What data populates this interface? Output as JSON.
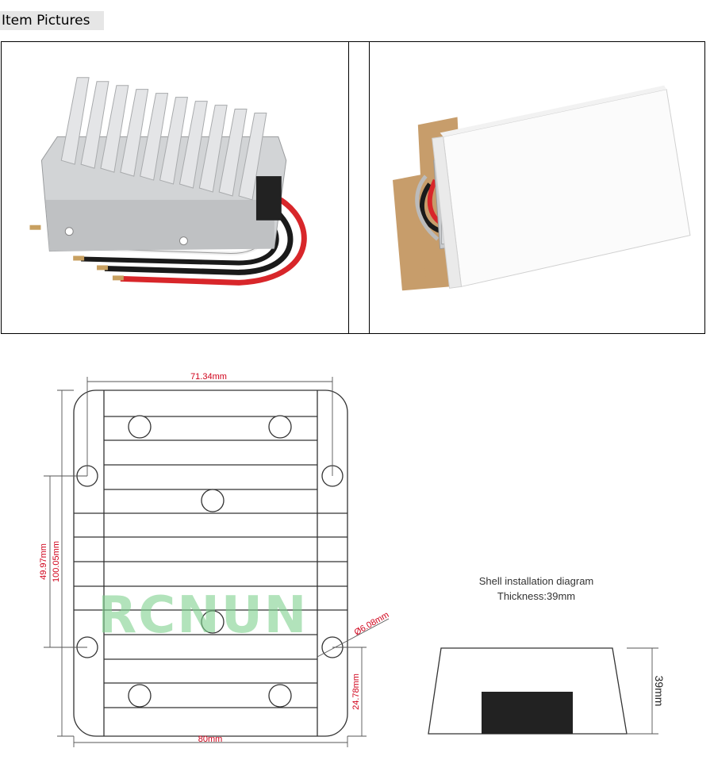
{
  "section": {
    "title": "Item Pictures"
  },
  "photos": [
    {
      "subject": "converter-module-with-wires"
    },
    {
      "subject": "converter-in-white-box"
    }
  ],
  "diagram": {
    "top_view": {
      "width_inner": "71.34mm",
      "width_total": "80mm",
      "height_inner": "49.97mm",
      "height_total": "100.05mm",
      "hole_diameter": "Ø6.08mm",
      "hole_offset": "24.78mm",
      "watermark": "RCNUN"
    },
    "side_view": {
      "caption_title": "Shell installation diagram",
      "caption_thickness": "Thickness:39mm",
      "height_label": "39mm"
    }
  }
}
